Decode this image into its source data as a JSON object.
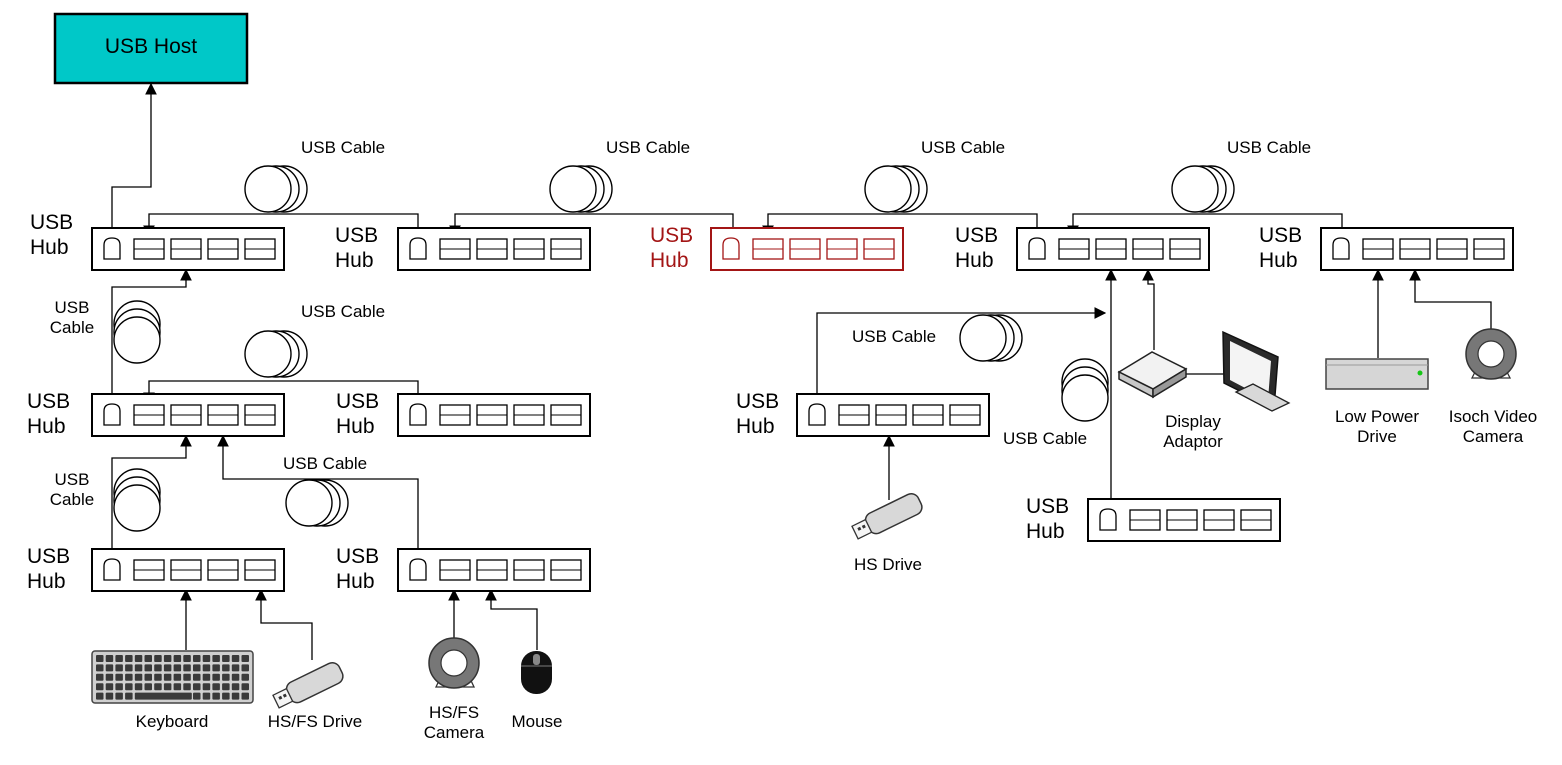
{
  "host": {
    "label": "USB Host",
    "color": "#00c8c8"
  },
  "hub_label_line1": "USB",
  "hub_label_line2": "Hub",
  "cable_label": "USB Cable",
  "cable_label_line1": "USB",
  "cable_label_line2": "Cable",
  "highlight_color": "#a31515",
  "devices": {
    "keyboard": "Keyboard",
    "hsfs_drive": "HS/FS Drive",
    "camera_line1": "HS/FS",
    "camera_line2": "Camera",
    "mouse": "Mouse",
    "hs_drive": "HS Drive",
    "display_line1": "Display",
    "display_line2": "Adaptor",
    "lowpower_line1": "Low Power",
    "lowpower_line2": "Drive",
    "isoch_line1": "Isoch Video",
    "isoch_line2": "Camera"
  }
}
